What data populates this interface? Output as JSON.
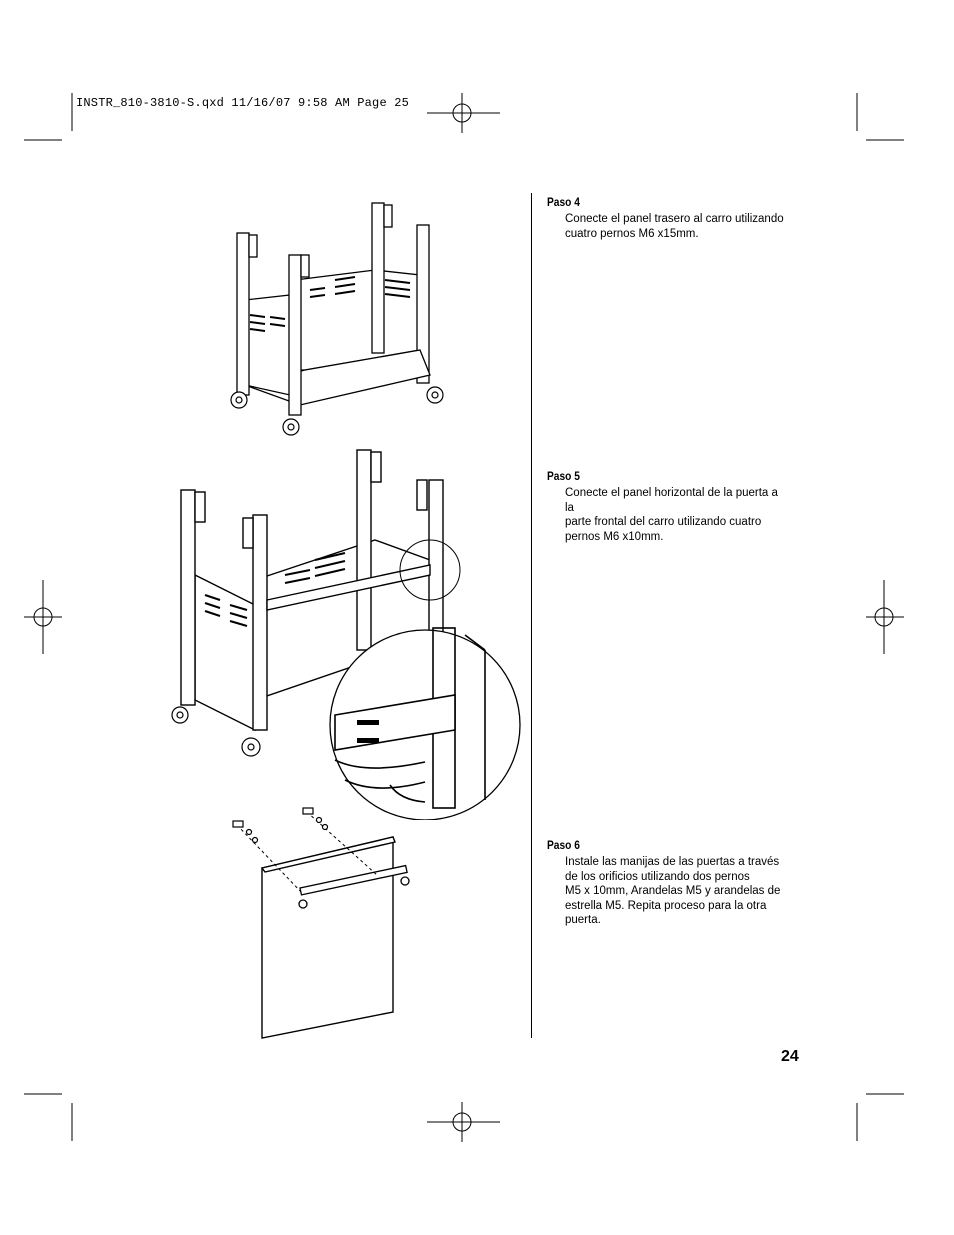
{
  "slug_line": "INSTR_810-3810-S.qxd  11/16/07  9:58 AM  Page 25",
  "steps": [
    {
      "title": "Paso 4",
      "lines": [
        "Conecte el panel trasero al carro utilizando",
        "cuatro pernos M6 x15mm."
      ]
    },
    {
      "title": "Paso 5",
      "lines": [
        "Conecte el panel horizontal de la puerta a la",
        "parte frontal del carro utilizando cuatro",
        "pernos M6 x10mm."
      ]
    },
    {
      "title": "Paso 6",
      "lines": [
        "Instale las manijas de las puertas a través",
        "de los orificios utilizando dos pernos",
        "M5 x 10mm, Arandelas M5 y arandelas de",
        "estrella M5. Repita proceso para la otra",
        "puerta."
      ]
    }
  ],
  "page_number": "24",
  "figures": {
    "step4": "cart frame with rear panel",
    "step5": "cart frame with door horizontal panel and detail magnifier",
    "step6": "door panel with handle and hardware"
  }
}
